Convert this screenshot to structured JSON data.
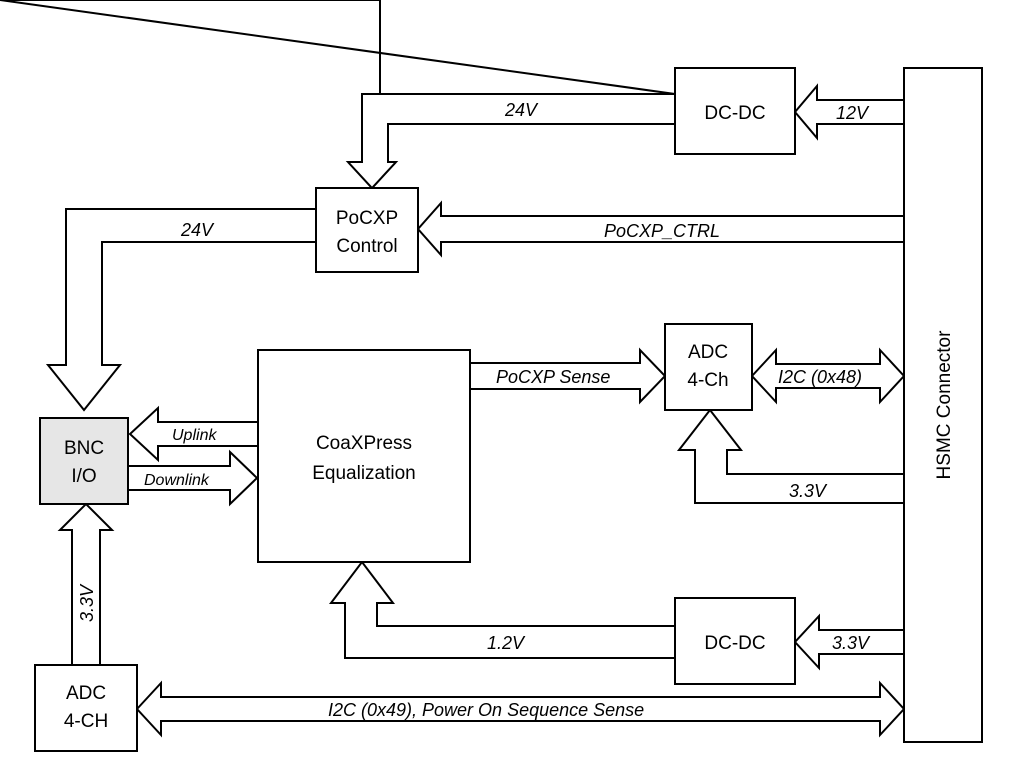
{
  "blocks": {
    "hsmc": "HSMC Connector",
    "dcdc_top": "DC-DC",
    "dcdc_bottom": "DC-DC",
    "pocxp_control": [
      "PoCXP",
      "Control"
    ],
    "coaxpress": [
      "CoaXPress",
      "Equalization"
    ],
    "adc_right": [
      "ADC",
      "4-Ch"
    ],
    "bnc": [
      "BNC",
      "I/O"
    ],
    "adc_bottom": [
      "ADC",
      "4-CH"
    ]
  },
  "signals": {
    "v12": "12V",
    "v24_top": "24V",
    "pocxp_ctrl": "PoCXP_CTRL",
    "v24_left": "24V",
    "pocxp_sense": "PoCXP Sense",
    "i2c_48": "I2C (0x48)",
    "v33_adc": "3.3V",
    "uplink": "Uplink",
    "downlink": "Downlink",
    "v33_vertical": "3.3V",
    "v12_core": "1.2V",
    "v33_dcdc": "3.3V",
    "i2c_49": "I2C (0x49), Power On Sequence Sense"
  }
}
